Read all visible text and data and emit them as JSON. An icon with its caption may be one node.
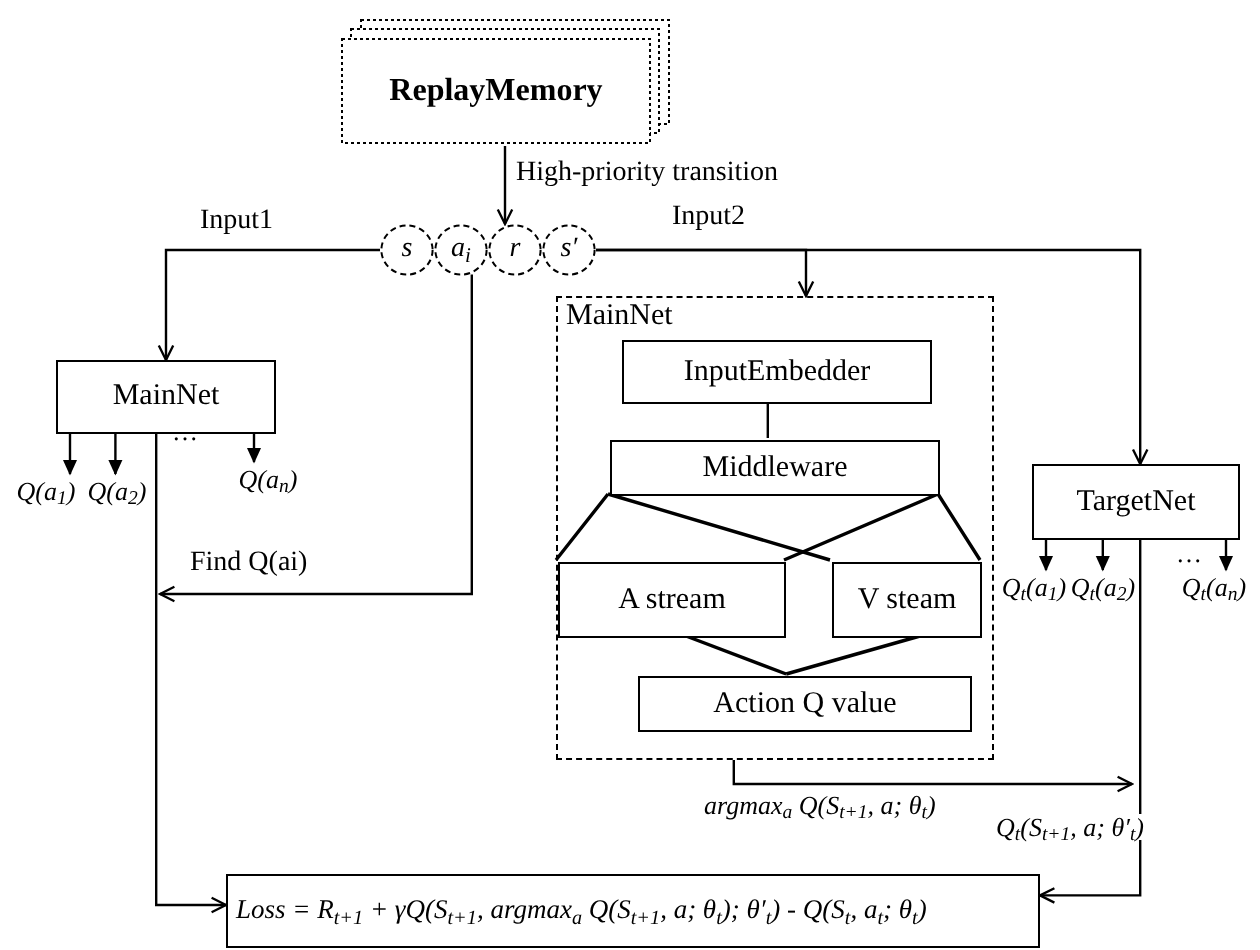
{
  "diagram": {
    "nodes": [
      {
        "text": [
          "ReplayMemory"
        ]
      },
      {
        "text": [
          "s"
        ]
      },
      {
        "text": [
          "a$_{i}$"
        ]
      },
      {
        "text": [
          "r"
        ]
      },
      {
        "text": [
          "s′"
        ]
      },
      {
        "text": [
          "MainNet"
        ]
      },
      {
        "text": [
          "Q(a$_{1}$)"
        ]
      },
      {
        "text": [
          "Q(a$_{2}$)"
        ]
      },
      {
        "text": [
          "Q(a$_{n}$)"
        ]
      },
      {
        "text": [
          "MainNet"
        ]
      },
      {
        "text": [
          "InputEmbedder"
        ],
        "in": 9
      },
      {
        "text": [
          "Middleware"
        ],
        "in": 9
      },
      {
        "text": [
          "A stream"
        ],
        "in": 9
      },
      {
        "text": [
          "V steam"
        ],
        "in": 9
      },
      {
        "text": [
          "Action Q value"
        ],
        "in": 9
      },
      {
        "text": [
          "TargetNet"
        ]
      },
      {
        "text": [
          "Q$_{t}$(a$_{1}$)"
        ]
      },
      {
        "text": [
          "Q$_{t}$(a$_{2}$)"
        ]
      },
      {
        "text": [
          "Q$_{t}$(a$_{n}$)"
        ]
      },
      {
        "text": [
          "Loss = R$_{t+1}$ + γQ(S$_{t+1}$, argmax$_{a}$ Q(S$_{t+1}$, a; θ$_{t}$); θ′$_{t}$) - Q(S$_{t}$, a$_{t}$; θ$_{t}$)"
        ]
      }
    ],
    "edges": [
      {
        "from": 0,
        "to": 3,
        "arrow": "to",
        "label": "High-priority transition"
      },
      {
        "from": 1,
        "to": 5,
        "arrow": "to",
        "label": "Input1"
      },
      {
        "from": 4,
        "to": 9,
        "arrow": "to",
        "label": "Input2"
      },
      {
        "from": 4,
        "to": 15,
        "arrow": "to"
      },
      {
        "from": 2,
        "to": null,
        "arrow": "to",
        "label": "Find Q(ai)"
      },
      {
        "from": 5,
        "to": 19,
        "arrow": "to"
      },
      {
        "from": 5,
        "to": 6,
        "arrow": "to"
      },
      {
        "from": 5,
        "to": 7,
        "arrow": "to"
      },
      {
        "from": 5,
        "to": 8,
        "arrow": "to"
      },
      {
        "from": 10,
        "to": 11,
        "arrow": "none"
      },
      {
        "from": 11,
        "to": 12,
        "arrow": "none"
      },
      {
        "from": 11,
        "to": 13,
        "arrow": "none"
      },
      {
        "from": 12,
        "to": 14,
        "arrow": "none"
      },
      {
        "from": 13,
        "to": 14,
        "arrow": "none"
      },
      {
        "from": 9,
        "to": null,
        "arrow": "to",
        "label": "argmax$_{a}$ Q(S$_{t+1}$, a; θ$_{t}$)"
      },
      {
        "from": 15,
        "to": 19,
        "arrow": "to",
        "label": "Q$_{t}$(S$_{t+1}$, a; θ′$_{t}$)"
      },
      {
        "from": 15,
        "to": 16,
        "arrow": "to"
      },
      {
        "from": 15,
        "to": 17,
        "arrow": "to"
      },
      {
        "from": 15,
        "to": 18,
        "arrow": "to"
      }
    ],
    "labels": [
      "…",
      "…"
    ]
  }
}
